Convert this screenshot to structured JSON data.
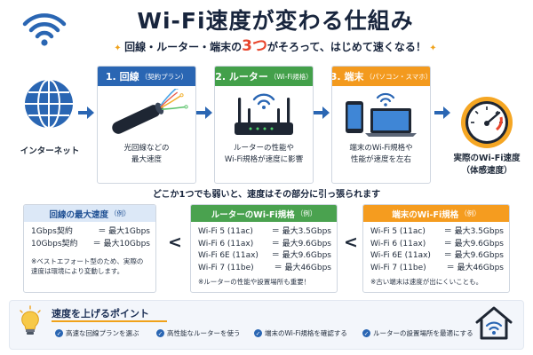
{
  "header": {
    "title": "Wi-Fi速度が変わる仕組み",
    "subtitle_before": "回線・ルーター・端末の",
    "subtitle_big": "3つ",
    "subtitle_after": "がそろって、はじめて速くなる！"
  },
  "internet": {
    "label": "インターネット"
  },
  "steps": [
    {
      "label": "1. 回線",
      "sub": "（契約プラン）",
      "caption_1": "光回線などの",
      "caption_2": "最大速度",
      "color": "#2a66b3"
    },
    {
      "label": "2. ルーター",
      "sub": "（Wi-Fi規格）",
      "caption_1": "ルーターの性能や",
      "caption_2": "Wi-Fi規格が速度に影響",
      "color": "#43a04a"
    },
    {
      "label": "3. 端末",
      "sub": "（パソコン・スマホ）",
      "caption_1": "端末のWi-Fi規格や",
      "caption_2": "性能が速度を左右",
      "color": "#f39a1e"
    }
  ],
  "result": {
    "label_1": "実際のWi-Fi速度",
    "label_2": "（体感速度）"
  },
  "notice": "どこか1つでも弱いと、速度はその部分に引っ張られます",
  "specs": [
    {
      "title": "回線の最大速度",
      "sub": "（例）",
      "rows": [
        {
          "k": "1Gbps契約",
          "v": "＝ 最大1Gbps"
        },
        {
          "k": "10Gbps契約",
          "v": "＝ 最大10Gbps"
        }
      ],
      "note_1": "※ベストエフォート型のため、実際の",
      "note_2": "速度は環境により変動します。"
    },
    {
      "title": "ルーターのWi-Fi規格",
      "sub": "（例）",
      "rows": [
        {
          "k": "Wi-Fi 5 (11ac)",
          "v": "＝ 最大3.5Gbps"
        },
        {
          "k": "Wi-Fi 6 (11ax)",
          "v": "＝ 最大9.6Gbps"
        },
        {
          "k": "Wi-Fi 6E (11ax)",
          "v": "＝ 最大9.6Gbps"
        },
        {
          "k": "Wi-Fi 7 (11be)",
          "v": "＝ 最大46Gbps"
        }
      ],
      "note_1": "※ルーターの性能や設置場所も重要！"
    },
    {
      "title": "端末のWi-Fi規格",
      "sub": "（例）",
      "rows": [
        {
          "k": "Wi-Fi 5 (11ac)",
          "v": "＝ 最大3.5Gbps"
        },
        {
          "k": "Wi-Fi 6 (11ax)",
          "v": "＝ 最大9.6Gbps"
        },
        {
          "k": "Wi-Fi 6E (11ax)",
          "v": "＝ 最大9.6Gbps"
        },
        {
          "k": "Wi-Fi 7 (11be)",
          "v": "＝ 最大46Gbps"
        }
      ],
      "note_1": "※古い端末は速度が出にくいことも。"
    }
  ],
  "comparators": [
    "<",
    "<"
  ],
  "tips": {
    "title": "速度を上げるポイント",
    "items": [
      "高速な回線プランを選ぶ",
      "高性能なルーターを使う",
      "端末のWi-Fi規格を確認する",
      "ルーターの設置場所を最適にする"
    ]
  },
  "colors": {
    "blue": "#2a66b3",
    "green": "#43a04a",
    "orange": "#f39a1e",
    "navy": "#18253d",
    "accent_red": "#e8452c"
  }
}
